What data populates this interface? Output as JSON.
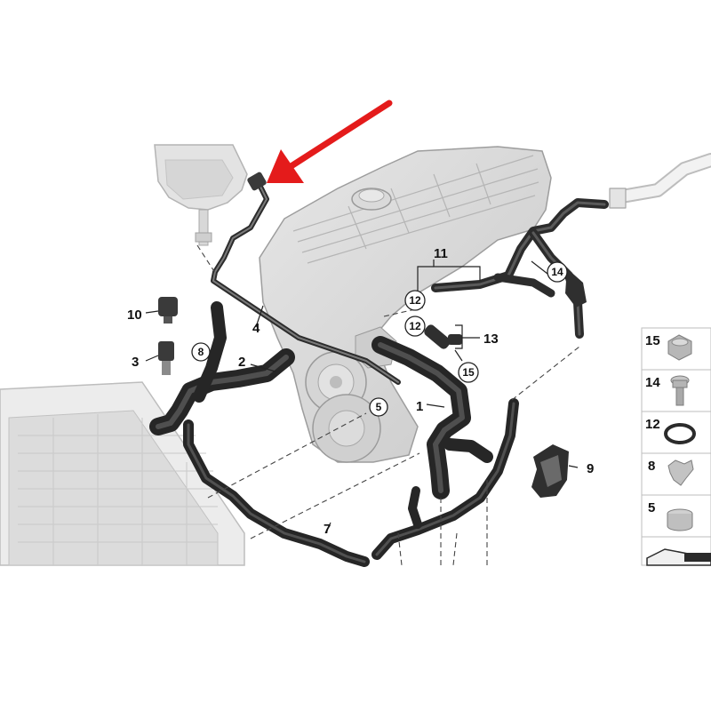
{
  "labels": {
    "hose_1": "1",
    "hose_2": "2",
    "sensor_3": "3",
    "pipe_4": "4",
    "clamp_5": "5",
    "hose_7": "7",
    "clip_8": "8",
    "bracket_9": "9",
    "sensor_10": "10",
    "group_11": "11",
    "oring_12a": "12",
    "oring_12b": "12",
    "group_13": "13",
    "screw_14": "14",
    "nut_15": "15"
  },
  "legend": [
    {
      "number": "15",
      "part": "nut"
    },
    {
      "number": "14",
      "part": "screw"
    },
    {
      "number": "12",
      "part": "o-ring"
    },
    {
      "number": "8",
      "part": "clip"
    },
    {
      "number": "5",
      "part": "hose-clamp"
    }
  ],
  "colors": {
    "arrow": "#e41b1b",
    "hose": "#2e2e2e",
    "engine": "#d6d6d6",
    "engine_line": "#9a9a9a",
    "frame": "#c8c8c8"
  }
}
